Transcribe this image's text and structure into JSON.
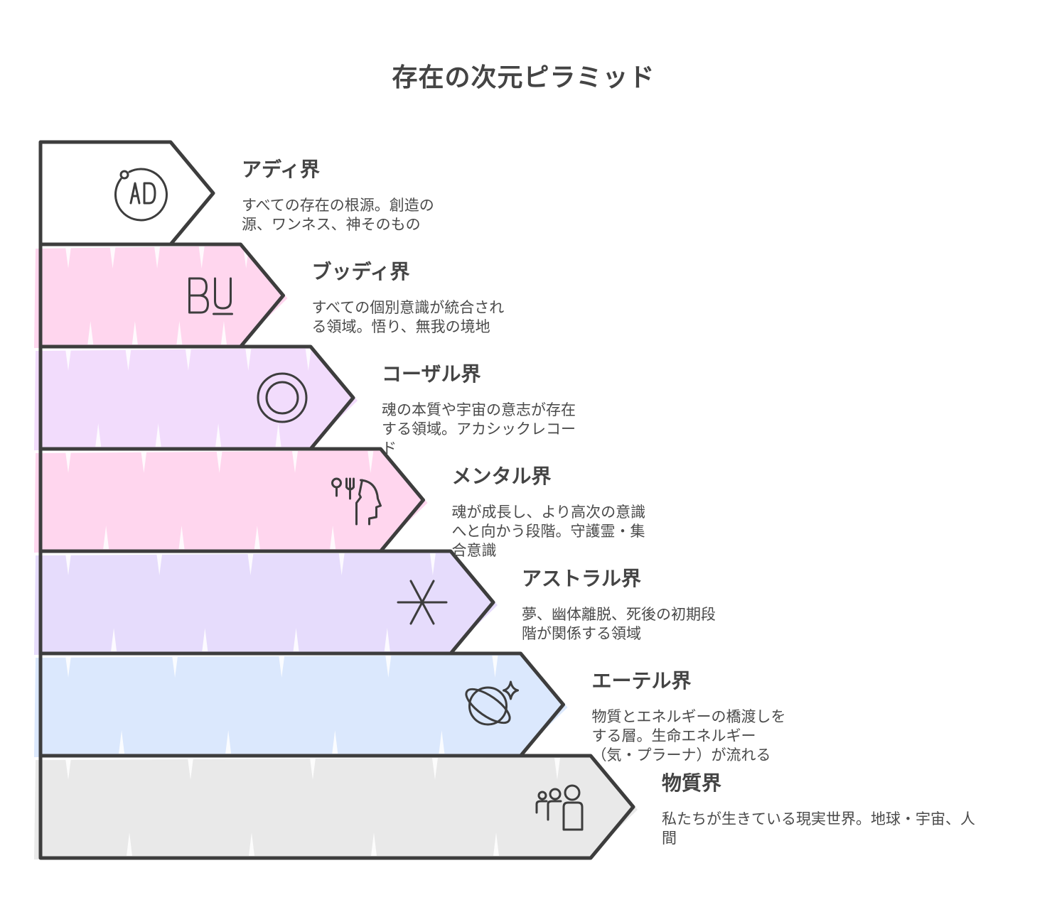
{
  "title": "存在の次元ピラミッド",
  "levels": [
    {
      "name": "アディ界",
      "desc_lines": [
        "すべての存在の根源。創造の",
        "源、ワンネス、神そのもの"
      ],
      "fill": "#ffffff",
      "icon": "ad-circle-icon"
    },
    {
      "name": "ブッディ界",
      "desc_lines": [
        "すべての個別意識が統合され",
        "る領域。悟り、無我の境地"
      ],
      "fill": "#ffd6ee",
      "icon": "bu-letters-icon"
    },
    {
      "name": "コーザル界",
      "desc_lines": [
        "魂の本質や宇宙の意志が存在",
        "する領域。アカシックレコー",
        "ド"
      ],
      "fill": "#f2dcfc",
      "icon": "double-circle-icon"
    },
    {
      "name": "メンタル界",
      "desc_lines": [
        "魂が成長し、より高次の意識",
        "へと向かう段階。守護霊・集",
        "合意識"
      ],
      "fill": "#ffd6ee",
      "icon": "head-tools-icon"
    },
    {
      "name": "アストラル界",
      "desc_lines": [
        "夢、幽体離脱、死後の初期段",
        "階が関係する領域"
      ],
      "fill": "#e6dcfc",
      "icon": "asterisk-star-icon"
    },
    {
      "name": "エーテル界",
      "desc_lines": [
        "物質とエネルギーの橋渡しを",
        "する層。生命エネルギー",
        "（気・プラーナ）が流れる"
      ],
      "fill": "#dbe8fd",
      "icon": "orbit-sparkle-icon"
    },
    {
      "name": "物質界",
      "desc_lines": [
        "私たちが生きている現実世界。地球・宇宙、人",
        "間"
      ],
      "fill": "#e9e9e9",
      "icon": "people-group-icon"
    }
  ]
}
